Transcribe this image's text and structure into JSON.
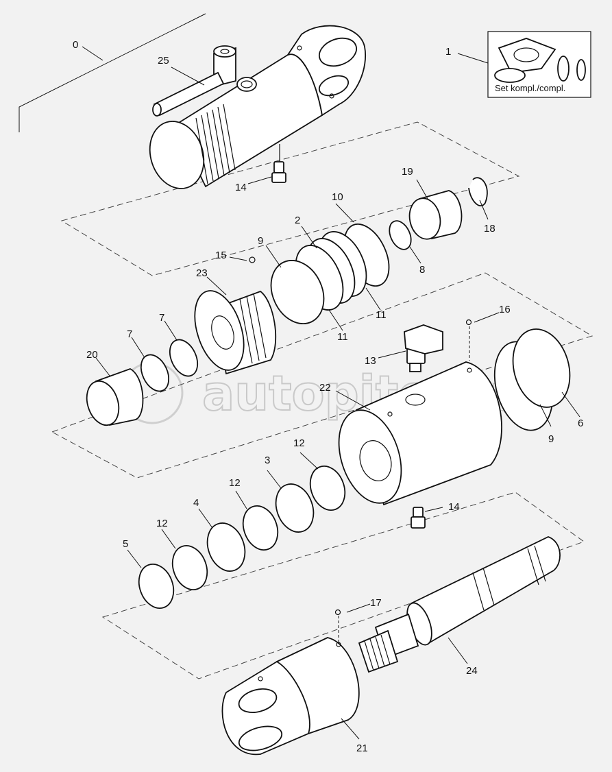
{
  "watermark": "autopiter.ru",
  "kit_box_text": "Set kompl./compl.",
  "callouts": {
    "c0": "0",
    "c1": "1",
    "c2": "2",
    "c3": "3",
    "c4": "4",
    "c5": "5",
    "c6": "6",
    "c7a": "7",
    "c7b": "7",
    "c8": "8",
    "c9a": "9",
    "c9b": "9",
    "c10": "10",
    "c11a": "11",
    "c11b": "11",
    "c12a": "12",
    "c12b": "12",
    "c12c": "12",
    "c13": "13",
    "c14a": "14",
    "c14b": "14",
    "c15": "15",
    "c16": "16",
    "c17": "17",
    "c18": "18",
    "c19": "19",
    "c20": "20",
    "c21": "21",
    "c22": "22",
    "c23": "23",
    "c24": "24",
    "c25": "25"
  }
}
